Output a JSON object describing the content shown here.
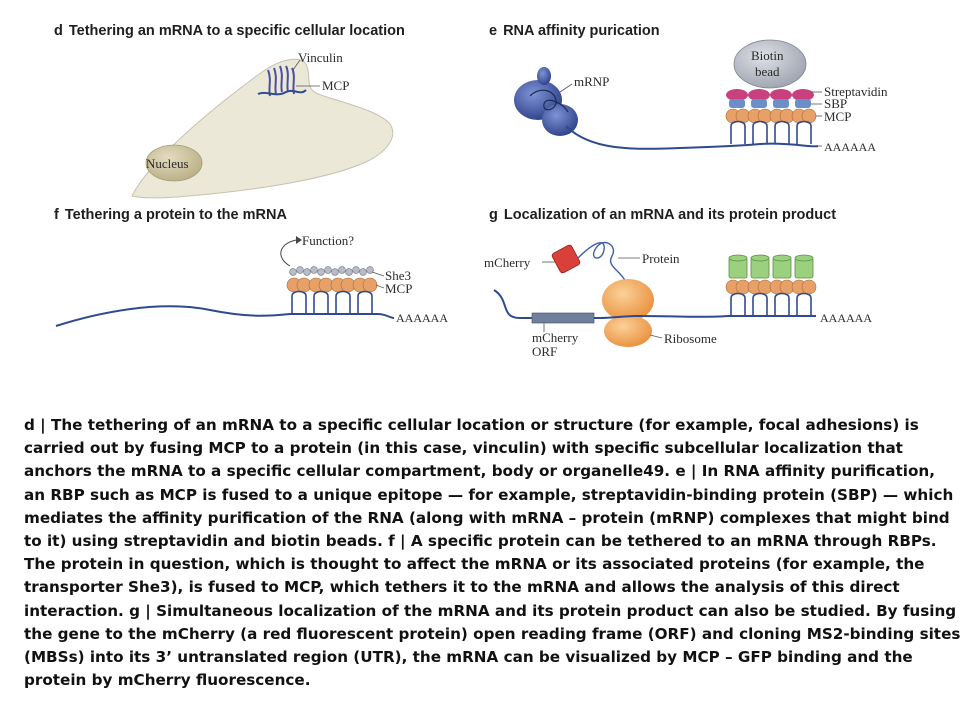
{
  "panels": {
    "d": {
      "letter": "d",
      "title": "Tethering an mRNA to a specific cellular location",
      "labels": {
        "vinculin": "Vinculin",
        "mcp": "MCP",
        "nucleus": "Nucleus"
      }
    },
    "e": {
      "letter": "e",
      "title": "RNA affinity purication",
      "labels": {
        "mrnp": "mRNP",
        "biotin": "Biotin",
        "bead": "bead",
        "streptavidin": "Streptavidin",
        "sbp": "SBP",
        "mcp": "MCP",
        "polya": "AAAAAA"
      }
    },
    "f": {
      "letter": "f",
      "title": "Tethering a protein to the mRNA",
      "labels": {
        "function": "Function?",
        "she3": "She3",
        "mcp": "MCP",
        "polya": "AAAAAA"
      }
    },
    "g": {
      "letter": "g",
      "title": "Localization of an mRNA and its protein product",
      "labels": {
        "mcherry": "mCherry",
        "protein": "Protein",
        "mcherry_orf_1": "mCherry",
        "mcherry_orf_2": "ORF",
        "ribosome": "Ribosome",
        "polya": "AAAAAA"
      }
    }
  },
  "caption_lines": [
    "d | The tethering of an mRNA to a specific cellular location or structure (for example, focal adhesions) is",
    "carried out by fusing MCP to a protein (in this case, vinculin) with specific subcellular localization that",
    "anchors the mRNA to a specific cellular compartment, body or organelle49. e | In RNA affinity purification,",
    "an RBP such as MCP is fused to a unique epitope — for example, streptavidin-binding protein (SBP) — which",
    "mediates the affinity purification of the RNA (along with mRNA – protein (mRNP) complexes that might bind",
    "to it) using streptavidin and biotin beads. f | A specific protein can be tethered to an mRNA through RBPs.",
    "The protein in question, which is thought to affect the mRNA or its associated proteins (for example, the",
    "transporter She3), is fused to MCP, which tethers it to the mRNA and allows the analysis of this direct",
    "interaction. g | Simultaneous localization of the mRNA and its protein product can also be studied. By fusing",
    "the gene to the mCherry (a red fluorescent protein) open reading frame (ORF) and cloning MS2-binding sites",
    "(MBSs) into its 3’ untranslated region (UTR), the mRNA can be visualized by MCP – GFP binding and the",
    "protein by mCherry fluorescence."
  ],
  "colors": {
    "rna": "#2f4b8f",
    "mcp_orange": "#e8a069",
    "streptavidin_pink": "#c8407e",
    "sbp_blue": "#6b8fc9",
    "biotin_gray": "#b8bcc6",
    "green_protein": "#9bd07f",
    "mcherry_red": "#d9403a",
    "ribosome_orange": "#f2a94e",
    "cell_fill": "#ece8d8",
    "nucleus_fill": "#d4ccac"
  }
}
